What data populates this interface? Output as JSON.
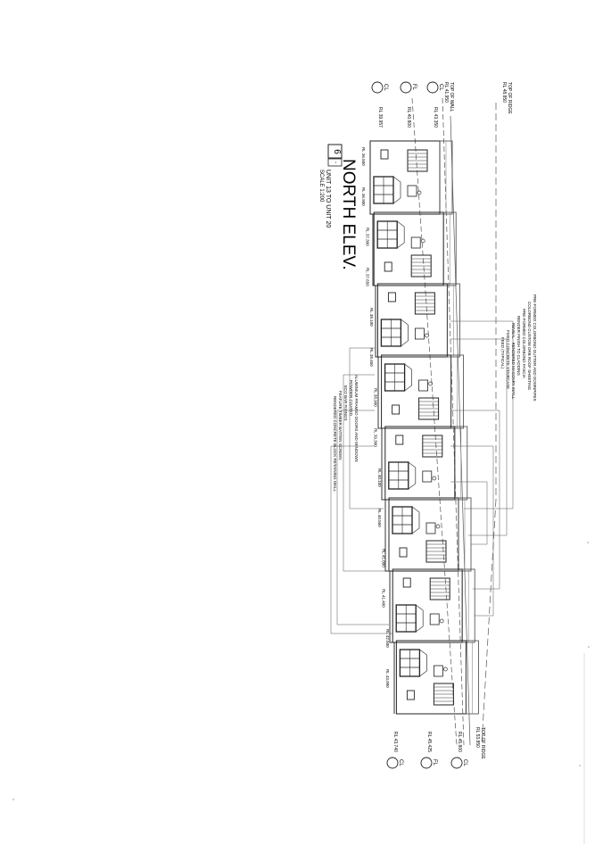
{
  "drawing": {
    "title": "NORTH ELEV.",
    "subtitle": "UNIT 13 TO UNIT 20",
    "scale": "SCALE 1:200",
    "sheet_number": "6",
    "sheet_sub": "-"
  },
  "datums_top": [
    {
      "label": "CL",
      "level": "RL 39.957"
    },
    {
      "label": "FL",
      "level": "RL 40.800"
    },
    {
      "label": "CL",
      "level": "RL 43.350"
    }
  ],
  "datums_top_ridge": [
    {
      "label": "TOP OF WALL",
      "level": "RL 41.950"
    },
    {
      "label": "TOP OF RIDGE",
      "level": "RL 48.850"
    }
  ],
  "datums_bottom": [
    {
      "label": "CL",
      "level": "RL 43.740"
    },
    {
      "label": "FL",
      "level": "RL 45.425"
    },
    {
      "label": "CL",
      "level": "RL 45.800"
    }
  ],
  "datums_bottom_ridge": [
    {
      "label": "TOP OF RIDGE",
      "level": "RL 53.850"
    }
  ],
  "rl_tags": [
    "RL 36.500",
    "RL 36.900",
    "RL 37.300",
    "RL 37.650",
    "RL 38.100",
    "RL 38.450",
    "RL 38.900",
    "RL 39.300",
    "RL 40.100",
    "RL 40.550",
    "RL 41.000",
    "RL 41.400",
    "RL 42.500",
    "RL 43.000"
  ],
  "annotations_right": [
    "PRE-FORMED COLORBOND GUTTER AND DOWNPIPES",
    "COLORBOND CUSTOM ORB ROOF SHEETING",
    "PRE-FORMED COLORBOND FASCIA",
    "RENDER FINISH TO CLADDING",
    "REVEAL - RENDERED MASONRY INFILL",
    "FIXED CONCRETE STAIRCASE",
    "FEED (TYPICAL)"
  ],
  "annotations_left": [
    "ALUMINIUM FRAMED DOORS AND WINDOWS",
    "POWDER COATED",
    "ECO BAR FIXINGS",
    "FEATURE TIMBER BATTEN SCREEN",
    "RENDERED CONCRETE BLOCK RETAINING WALL"
  ]
}
